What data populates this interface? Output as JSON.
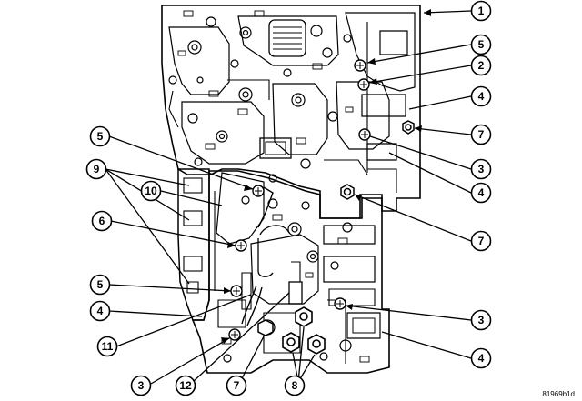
{
  "figure_code": "81969b1d",
  "callouts": [
    {
      "label": "1"
    },
    {
      "label": "5"
    },
    {
      "label": "2"
    },
    {
      "label": "4"
    },
    {
      "label": "7"
    },
    {
      "label": "3"
    },
    {
      "label": "4"
    },
    {
      "label": "7"
    },
    {
      "label": "3"
    },
    {
      "label": "4"
    },
    {
      "label": "5"
    },
    {
      "label": "9"
    },
    {
      "label": "10"
    },
    {
      "label": "6"
    },
    {
      "label": "5"
    },
    {
      "label": "4"
    },
    {
      "label": "11"
    },
    {
      "label": "3"
    },
    {
      "label": "12"
    },
    {
      "label": "7"
    },
    {
      "label": "8"
    }
  ]
}
